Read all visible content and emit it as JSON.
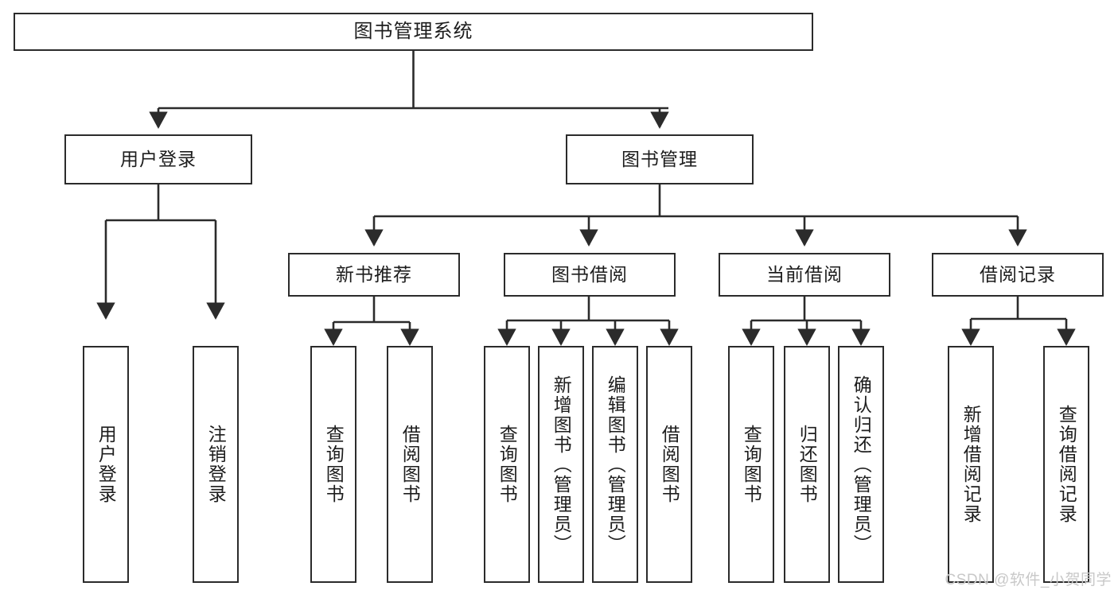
{
  "diagram": {
    "title": "图书管理系统",
    "type": "tree-hierarchy",
    "watermark": "CSDN @软件_小贺同学",
    "colors": {
      "node_border": "#2b2b2b",
      "node_fill": "#ffffff",
      "edge": "#2b2b2b",
      "text": "#1d1d1d",
      "watermark": "#c8c8c8",
      "background": "#ffffff"
    },
    "levels": {
      "root": {
        "label": "图书管理系统"
      },
      "level2": [
        {
          "id": "user-login",
          "label": "用户登录"
        },
        {
          "id": "book-management",
          "label": "图书管理"
        }
      ],
      "level3": [
        {
          "id": "new-book-recommend",
          "label": "新书推荐",
          "parent": "book-management"
        },
        {
          "id": "book-borrow",
          "label": "图书借阅",
          "parent": "book-management"
        },
        {
          "id": "current-borrow",
          "label": "当前借阅",
          "parent": "book-management"
        },
        {
          "id": "borrow-record",
          "label": "借阅记录",
          "parent": "book-management"
        }
      ],
      "leaves": [
        {
          "id": "leaf-user-login",
          "label": "用户登录",
          "parent": "user-login"
        },
        {
          "id": "leaf-logout-login",
          "label": "注销登录",
          "parent": "user-login"
        },
        {
          "id": "leaf-query-book-1",
          "label": "查询图书",
          "parent": "new-book-recommend"
        },
        {
          "id": "leaf-borrow-book-1",
          "label": "借阅图书",
          "parent": "new-book-recommend"
        },
        {
          "id": "leaf-query-book-2",
          "label": "查询图书",
          "parent": "book-borrow"
        },
        {
          "id": "leaf-add-book",
          "label": "新增图书（管理员）",
          "parent": "book-borrow"
        },
        {
          "id": "leaf-edit-book",
          "label": "编辑图书（管理员）",
          "parent": "book-borrow"
        },
        {
          "id": "leaf-borrow-book-2",
          "label": "借阅图书",
          "parent": "book-borrow"
        },
        {
          "id": "leaf-query-book-3",
          "label": "查询图书",
          "parent": "current-borrow"
        },
        {
          "id": "leaf-return-book",
          "label": "归还图书",
          "parent": "current-borrow"
        },
        {
          "id": "leaf-confirm-return",
          "label": "确认归还（管理员）",
          "parent": "current-borrow"
        },
        {
          "id": "leaf-add-record",
          "label": "新增借阅记录",
          "parent": "borrow-record"
        },
        {
          "id": "leaf-query-record",
          "label": "查询借阅记录",
          "parent": "borrow-record"
        }
      ]
    }
  }
}
